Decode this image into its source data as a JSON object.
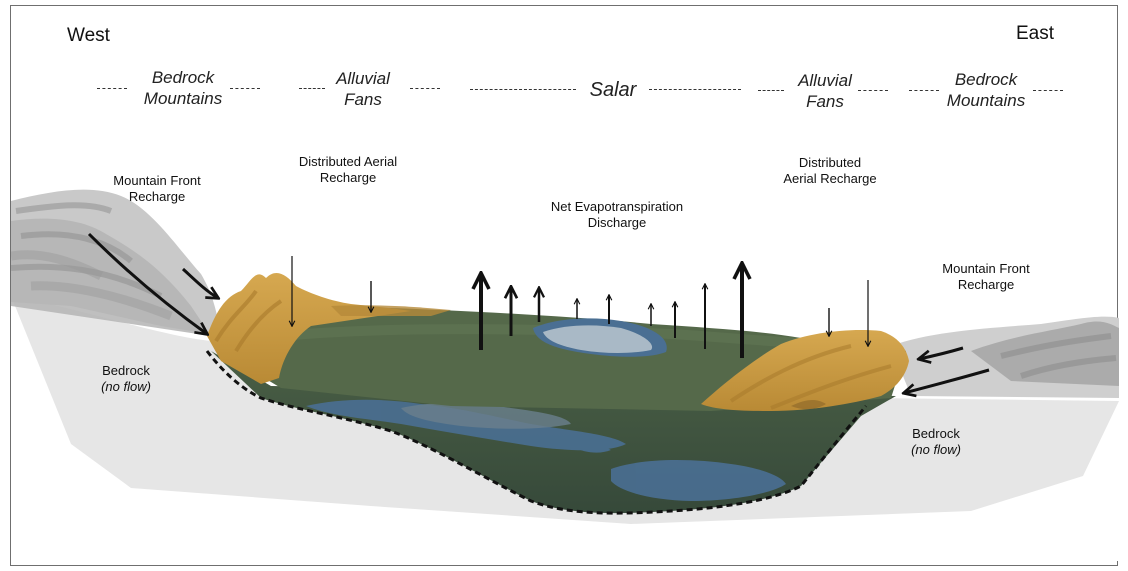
{
  "directions": {
    "west": "West",
    "east": "East"
  },
  "zones": {
    "bedrock_mountains_west": [
      "Bedrock",
      "Mountains"
    ],
    "alluvial_fans_west": [
      "Alluvial",
      "Fans"
    ],
    "salar": "Salar",
    "alluvial_fans_east": [
      "Alluvial",
      "Fans"
    ],
    "bedrock_mountains_east": [
      "Bedrock",
      "Mountains"
    ]
  },
  "annotations": {
    "mountain_front_recharge_west": [
      "Mountain Front",
      "Recharge"
    ],
    "distributed_aerial_recharge_west": [
      "Distributed Aerial",
      "Recharge"
    ],
    "net_evapotranspiration_discharge": [
      "Net Evapotranspiration",
      "Discharge"
    ],
    "distributed_aerial_recharge_east": [
      "Distributed",
      "Aerial Recharge"
    ],
    "mountain_front_recharge_east": [
      "Mountain Front",
      "Recharge"
    ]
  },
  "bedrock": {
    "west": {
      "line1": "Bedrock",
      "line2": "(no flow)"
    },
    "east": {
      "line1": "Bedrock",
      "line2": "(no flow)"
    }
  },
  "colors": {
    "bedrock_fill": "#e6e6e6",
    "mountain_gray": "#a9a9a9",
    "alluvial_fan": "#c99a3c",
    "salar_green": "#55694a",
    "basin_dark_green": "#3f5540",
    "groundwater_blue": "#4a6f93",
    "salar_lagoon": "#a9b9c6",
    "arrow": "#111111"
  }
}
